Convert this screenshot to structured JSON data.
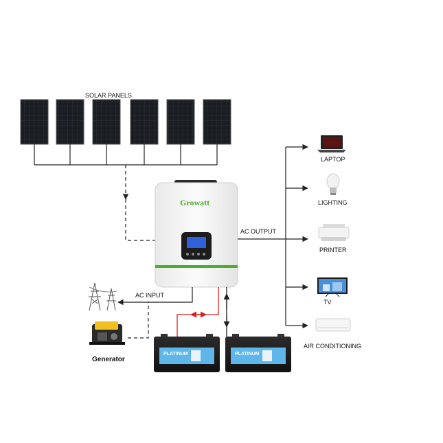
{
  "labels": {
    "solar_panels": "SOLAR PANELS",
    "ac_output": "AC OUTPUT",
    "ac_input": "AC INPUT",
    "generator": "Generator",
    "brand": "Growatt",
    "battery_brand": "PLATINUM"
  },
  "loads": [
    {
      "name": "LAPTOP",
      "icon": "laptop-icon"
    },
    {
      "name": "LIGHTING",
      "icon": "light-bulb-icon"
    },
    {
      "name": "PRINTER",
      "icon": "printer-icon"
    },
    {
      "name": "TV",
      "icon": "tv-icon"
    },
    {
      "name": "AIR CONDITIONING",
      "icon": "air-conditioner-icon"
    }
  ],
  "colors": {
    "wire": "#222222",
    "battery_positive_wire": "#e21b1b",
    "brand_green": "#4caf2a",
    "inverter_body": "#f4f4f4",
    "panel_cell": "#1a1d22",
    "battery_label": "#5fb6e8"
  }
}
